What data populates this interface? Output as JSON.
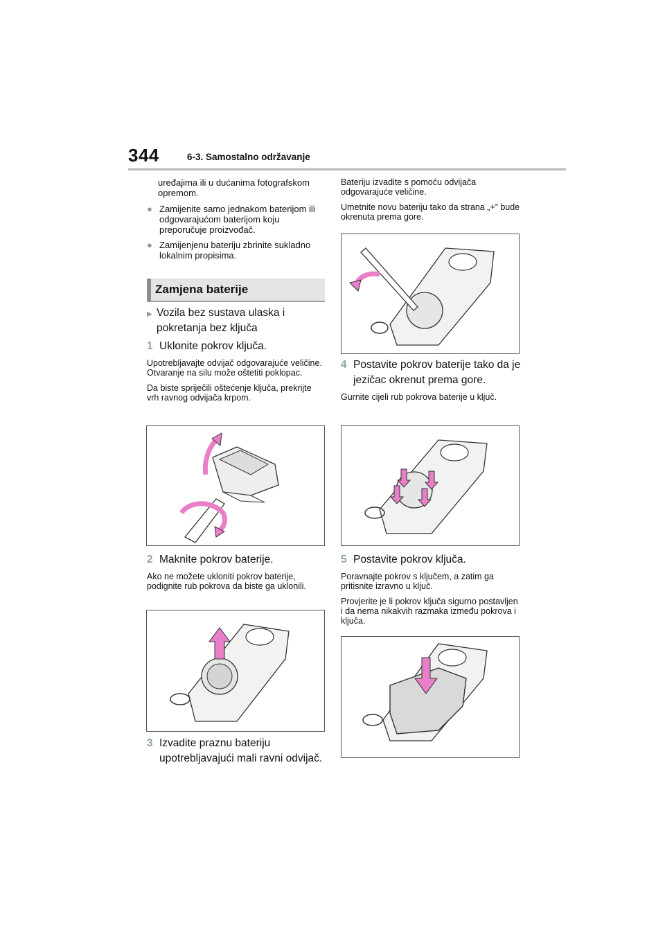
{
  "header": {
    "page_number": "344",
    "section": "6-3. Samostalno održavanje"
  },
  "left": {
    "intro_text": "uređajima ili u dućanima fotografskom opremom.",
    "bullets": [
      "Zamijenite samo jednakom baterijom ili odgovarajućom baterijom koju preporučuje proizvođač.",
      "Zamijenjenu bateriju zbrinite sukladno lokalnim propisima."
    ],
    "heading": "Zamjena baterije",
    "subheading": "Vozila bez sustava ulaska i pokretanja bez ključa",
    "step1": {
      "num": "1",
      "text": "Uklonite pokrov ključa."
    },
    "step1_notes": [
      "Upotrebljavajte odvijač odgovarajuće veličine. Otvaranje na silu može oštetiti poklopac.",
      "Da biste spriječili oštećenje ključa, prekrijte vrh ravnog odvijača krpom."
    ],
    "step2": {
      "num": "2",
      "text": "Maknite pokrov baterije."
    },
    "step2_note": "Ako ne možete ukloniti pokrov baterije, podignite rub pokrova da biste ga uklonili.",
    "step3": {
      "num": "3",
      "text": "Izvadite praznu bateriju upotrebljavajući mali ravni odvijač."
    }
  },
  "right": {
    "notes_top": [
      "Bateriju izvadite s pomoću odvijača odgovarajuće veličine.",
      "Umetnite novu bateriju tako da strana „+” bude okrenuta prema gore."
    ],
    "step4": {
      "num": "4",
      "text": "Postavite pokrov baterije tako da je jezičac okrenut prema gore."
    },
    "step4_note": "Gurnite cijeli rub pokrova baterije u ključ.",
    "step5": {
      "num": "5",
      "text": "Postavite pokrov ključa."
    },
    "step5_notes": [
      "Poravnajte pokrov s ključem, a zatim ga pritisnite izravno u ključ.",
      "Provjerite je li pokrov ključa sigurno postavljen i da nema nikakvih razmaka između pokrova i ključa."
    ]
  },
  "colors": {
    "accent_green": "#8ea69c",
    "arrow_pink": "#e87fc8",
    "heading_bg": "#e4e4e4"
  },
  "icons": [
    "bullet-dot-icon",
    "triangle-arrow-icon"
  ]
}
